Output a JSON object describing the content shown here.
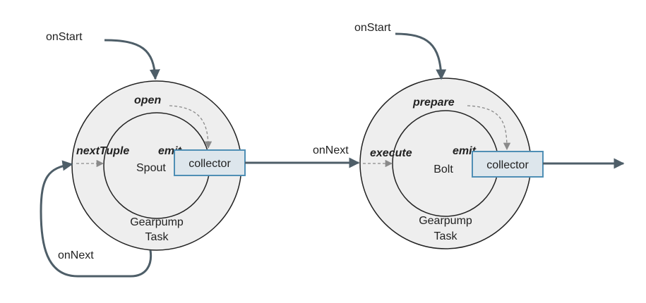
{
  "spout_task": {
    "on_start": "onStart",
    "open": "open",
    "next_tuple": "nextTuple",
    "emit": "emit",
    "core": "Spout",
    "collector": "collector",
    "task_line1": "Gearpump",
    "task_line2": "Task",
    "on_next_loop": "onNext"
  },
  "bolt_task": {
    "on_start": "onStart",
    "prepare": "prepare",
    "execute": "execute",
    "emit": "emit",
    "core": "Bolt",
    "collector": "collector",
    "task_line1": "Gearpump",
    "task_line2": "Task"
  },
  "link_label": "onNext",
  "colors": {
    "arrow": "#4e5e68",
    "circle_fill": "#eeeeee",
    "collector_fill": "#dde6ec",
    "collector_border": "#4f8fb5",
    "dashed": "#8a8a8a"
  }
}
